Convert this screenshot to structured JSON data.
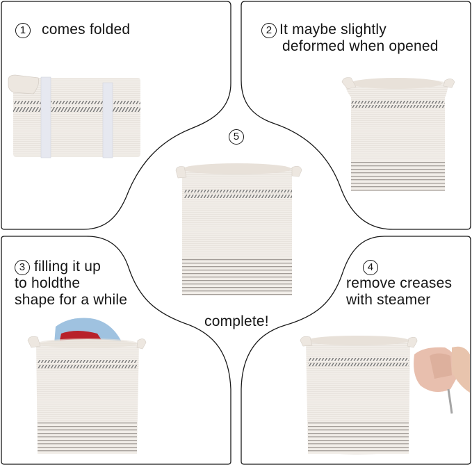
{
  "panels": [
    {
      "id": "step-1",
      "number": "1",
      "lines": [
        "comes folded"
      ]
    },
    {
      "id": "step-2",
      "number": "2",
      "lines": [
        "It maybe slightly",
        "deformed when opened"
      ]
    },
    {
      "id": "step-3",
      "number": "3",
      "lines": [
        "filling it up",
        "to holdthe",
        "shape for a while"
      ]
    },
    {
      "id": "step-4",
      "number": "4",
      "lines": [
        "remove creases",
        "with steamer"
      ]
    },
    {
      "id": "step-5",
      "number": "5",
      "lines": [
        "complete!"
      ]
    }
  ],
  "colors": {
    "outline": "#1a1a1a",
    "basket_body": "#f1ede8",
    "basket_stripe": "#8a8a8a",
    "strap": "#e6e8f0",
    "towel_blue": "#9fc2e0",
    "towel_red": "#b8212b",
    "steamer_pink": "#e8bfae"
  }
}
